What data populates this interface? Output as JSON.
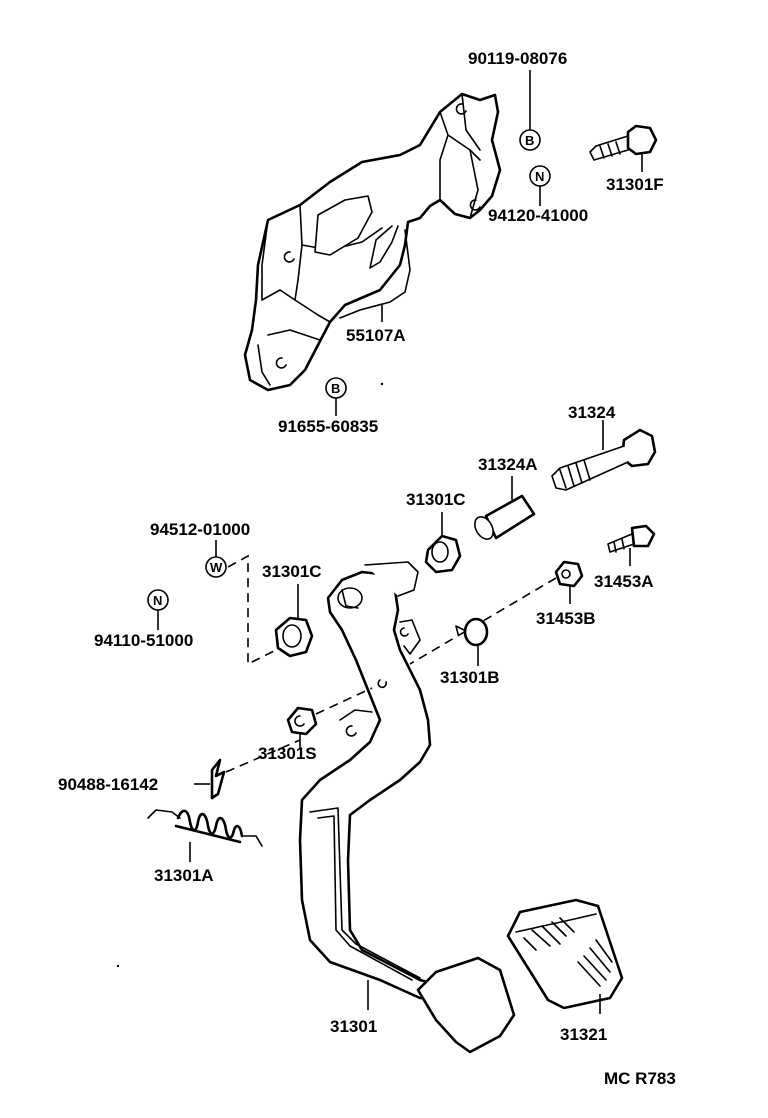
{
  "labels": {
    "p90119": "90119-08076",
    "p31301F": "31301F",
    "p94120": "94120-41000",
    "p55107A": "55107A",
    "p91655": "91655-60835",
    "p31324": "31324",
    "p31324A": "31324A",
    "p31301C_a": "31301C",
    "p31301C_b": "31301C",
    "p94512": "94512-01000",
    "p94110": "94110-51000",
    "p31453A": "31453A",
    "p31453B": "31453B",
    "p31301B": "31301B",
    "p31301S": "31301S",
    "p90488": "90488-16142",
    "p31301A": "31301A",
    "p31301": "31301",
    "p31321": "31321",
    "ref": "MC R783"
  },
  "symbols": {
    "bolt_b1": "B",
    "bolt_b2": "B",
    "nut_n1": "N",
    "nut_n2": "N",
    "washer_w": "W"
  }
}
